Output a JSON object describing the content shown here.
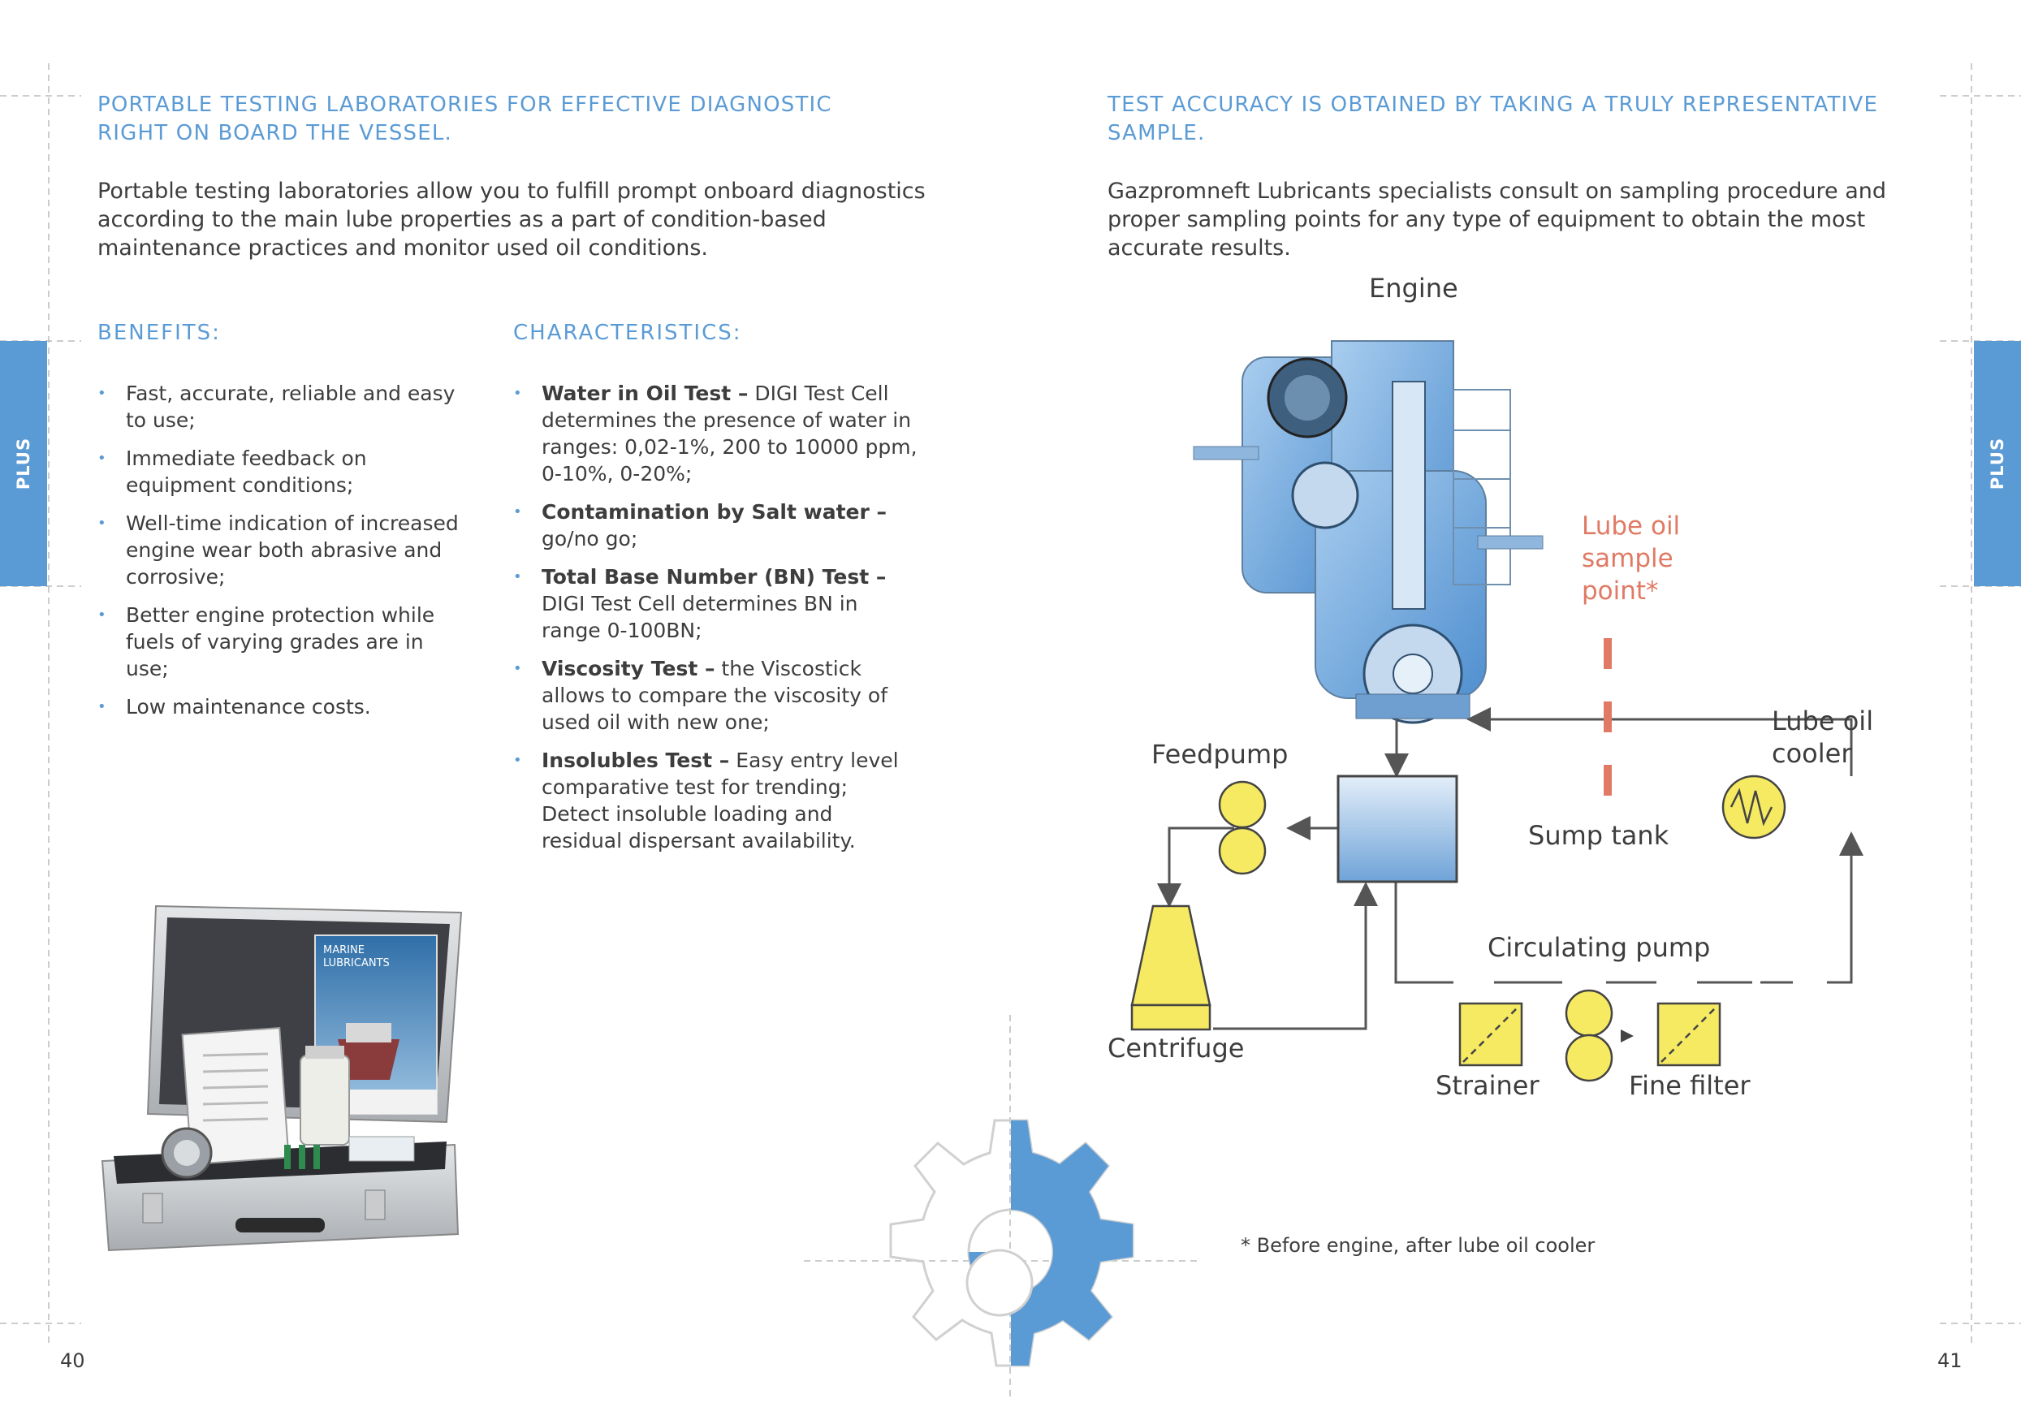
{
  "left_page": {
    "heading": "PORTABLE TESTING LABORATORIES FOR EFFECTIVE DIAGNOSTIC RIGHT ON BOARD THE VESSEL.",
    "intro": "Portable testing laboratories allow you to fulfill prompt onboard diagnostics according to the main lube properties as a part of condition-based maintenance practices and monitor used oil conditions.",
    "benefits_title": "BENEFITS:",
    "benefits": [
      "Fast, accurate, reliable and easy to use;",
      "Immediate feedback on equipment conditions;",
      "Well-time indication of increased engine wear both abrasive and corrosive;",
      "Better engine protection while fuels of varying grades are in use;",
      "Low maintenance costs."
    ],
    "characteristics_title": "CHARACTERISTICS:",
    "characteristics": [
      {
        "term": "Water in Oil Test –",
        "text": " DIGI Test Cell determines the presence of water in ranges: 0,02-1%, 200 to 10000 ppm, 0-10%, 0-20%;"
      },
      {
        "term": "Contamination by Salt water –",
        "text": " go/no go;"
      },
      {
        "term": "Total Base Number (BN) Test –",
        "text": " DIGI Test Cell determines BN in range 0-100BN;"
      },
      {
        "term": "Viscosity Test –",
        "text": " the Viscostick allows to compare the viscosity of used oil with new one;"
      },
      {
        "term": "Insolubles Test –",
        "text": " Easy entry level comparative test for trending; Detect insoluble loading and residual dispersant availability."
      }
    ],
    "case_brochure_text": "MARINE LUBRICANTS",
    "side_tab": "PLUS",
    "page_number": "40"
  },
  "right_page": {
    "heading": "TEST ACCURACY IS OBTAINED BY TAKING A TRULY REPRESENTATIVE SAMPLE.",
    "intro": "Gazpromneft Lubricants specialists consult on sampling procedure and proper sampling points for any type of equipment to obtain the most accurate results.",
    "diagram": {
      "engine": "Engine",
      "sample_point": [
        "Lube oil",
        "sample",
        "point*"
      ],
      "feedpump": "Feedpump",
      "lube_oil_cooler": [
        "Lube oil",
        "cooler"
      ],
      "sump_tank": "Sump tank",
      "circulating_pump": "Circulating pump",
      "centrifuge": "Centrifuge",
      "strainer": "Strainer",
      "fine_filter": "Fine filter"
    },
    "footnote": "* Before engine, after lube oil cooler",
    "side_tab": "PLUS",
    "page_number": "41"
  },
  "colors": {
    "accent_blue": "#5b9bd5",
    "sample_red": "#e07a64",
    "component_yellow": "#f5ea61",
    "text": "#3d3d3d"
  }
}
